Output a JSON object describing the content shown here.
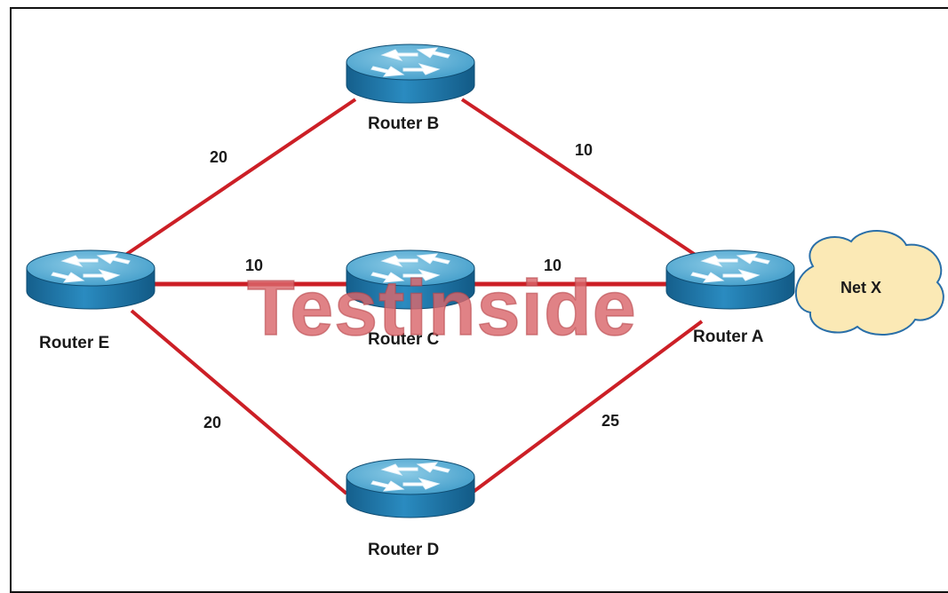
{
  "diagram": {
    "routers": [
      {
        "id": "B",
        "label": "Router B"
      },
      {
        "id": "E",
        "label": "Router E"
      },
      {
        "id": "C",
        "label": "Router C"
      },
      {
        "id": "A",
        "label": "Router A"
      },
      {
        "id": "D",
        "label": "Router D"
      }
    ],
    "links": [
      {
        "from": "E",
        "to": "B",
        "cost": "20"
      },
      {
        "from": "B",
        "to": "A",
        "cost": "10"
      },
      {
        "from": "E",
        "to": "C",
        "cost": "10"
      },
      {
        "from": "C",
        "to": "A",
        "cost": "10"
      },
      {
        "from": "E",
        "to": "D",
        "cost": "20"
      },
      {
        "from": "D",
        "to": "A",
        "cost": "25"
      }
    ],
    "network": {
      "label": "Net X"
    },
    "watermark": "Testinside",
    "colors": {
      "link": "#cc1f26",
      "router_top": "#5aaed4",
      "router_side": "#1c7ab0",
      "cloud_fill": "#fbe9b5",
      "cloud_stroke": "#2a6fa8",
      "watermark": "#d9666b"
    }
  }
}
